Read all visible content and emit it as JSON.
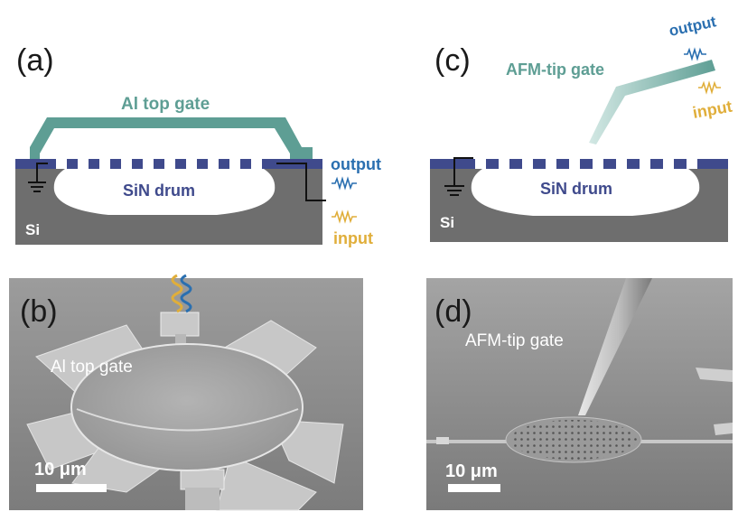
{
  "panels": {
    "a": {
      "letter": "(a)",
      "gate_label": "Al top gate",
      "drum_label": "SiN drum",
      "substrate_label": "Si",
      "output_label": "output",
      "input_label": "input"
    },
    "b": {
      "letter": "(b)",
      "gate_label": "Al top gate",
      "scale_label": "10 μm"
    },
    "c": {
      "letter": "(c)",
      "gate_label": "AFM-tip gate",
      "drum_label": "SiN drum",
      "substrate_label": "Si",
      "output_label": "output",
      "input_label": "input"
    },
    "d": {
      "letter": "(d)",
      "gate_label": "AFM-tip gate",
      "scale_label": "10 μm"
    }
  },
  "colors": {
    "gate_teal": "#5e9e94",
    "sin_layer": "#3f4a8c",
    "substrate": "#6e6e6e",
    "output_blue": "#2a6fb0",
    "input_gold": "#e0ae3a",
    "sem_background": "#8f8f8f"
  },
  "icons": {
    "ground": "ground-symbol-icon",
    "output_wave": "blue-wavy-signal-icon",
    "input_wave": "gold-wavy-signal-icon"
  }
}
